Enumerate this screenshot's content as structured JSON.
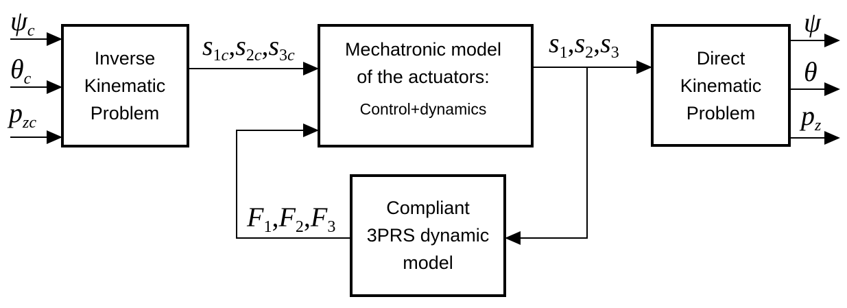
{
  "blocks": {
    "inverse": {
      "lines": [
        "Inverse",
        "Kinematic",
        "Problem"
      ]
    },
    "mechatronic": {
      "lines": [
        "Mechatronic model",
        "of the actuators:"
      ],
      "subline": "Control+dynamics"
    },
    "direct": {
      "lines": [
        "Direct",
        "Kinematic",
        "Problem"
      ]
    },
    "compliant": {
      "lines": [
        "Compliant",
        "3PRS dynamic",
        "model"
      ]
    }
  },
  "signals": {
    "inputs": [
      {
        "base": "ψ",
        "sub": "c"
      },
      {
        "base": "θ",
        "sub": "c"
      },
      {
        "base": "p",
        "sub": "zc"
      }
    ],
    "commanded": [
      {
        "base": "s",
        "sub_num": "1",
        "sub": "c"
      },
      {
        "base": "s",
        "sub_num": "2",
        "sub": "c"
      },
      {
        "base": "s",
        "sub_num": "3",
        "sub": "c"
      }
    ],
    "actual": [
      {
        "base": "s",
        "sub_num": "1"
      },
      {
        "base": "s",
        "sub_num": "2"
      },
      {
        "base": "s",
        "sub_num": "3"
      }
    ],
    "forces": [
      {
        "base": "F",
        "sub_num": "1"
      },
      {
        "base": "F",
        "sub_num": "2"
      },
      {
        "base": "F",
        "sub_num": "3"
      }
    ],
    "outputs": [
      {
        "base": "ψ"
      },
      {
        "base": "θ"
      },
      {
        "base": "p",
        "sub": "z"
      }
    ]
  }
}
